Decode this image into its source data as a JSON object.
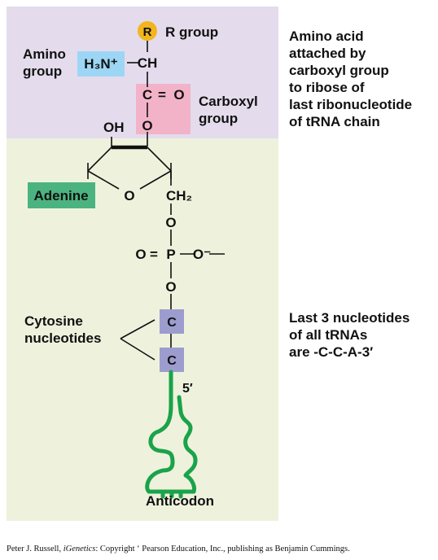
{
  "colors": {
    "top_panel": "#e4dcec",
    "bottom_panel": "#eef2dc",
    "r_circle": "#f2b51e",
    "amino_box": "#9dd6f5",
    "carboxyl_box": "#f2b3c9",
    "adenine_box": "#4bb37f",
    "cytosine_box": "#9d9ccf",
    "trna_strand": "#1aa34a"
  },
  "molecule": {
    "r": "R",
    "r_group": "R group",
    "amino_group_line1": "Amino",
    "amino_group_line2": "group",
    "h3n": "H₃N⁺",
    "ch": "CH",
    "c": "C",
    "eq": "=",
    "o_double": "O",
    "o_link": "O",
    "carboxyl_line1": "Carboxyl",
    "carboxyl_line2": "group",
    "oh": "OH",
    "ring_o": "O",
    "ch2": "CH₂",
    "adenine": "Adenine",
    "o_5prime": "O",
    "phosphate_o_left": "O",
    "phosphate_eq": "=",
    "phosphate_p": "P",
    "phosphate_o_right": "O⁻",
    "o_3prime": "O",
    "cytosine_1": "C",
    "cytosine_2": "C",
    "cytosine_line1": "Cytosine",
    "cytosine_line2": "nucleotides",
    "five_prime": "5′",
    "anticodon": "Anticodon"
  },
  "notes": {
    "amino_acid": [
      "Amino acid",
      "attached by",
      "carboxyl group",
      "to ribose of",
      "last ribonucleotide",
      "of tRNA chain"
    ],
    "last_nucleotides": [
      "Last 3 nucleotides",
      "of all tRNAs",
      "are -C-C-A-3′"
    ]
  },
  "credit": {
    "author": "Peter J. Russell, ",
    "book": "iGenetics",
    "rest": ": Copyright ‘ Pearson Education, Inc., publishing as Benjamin Cummings."
  }
}
